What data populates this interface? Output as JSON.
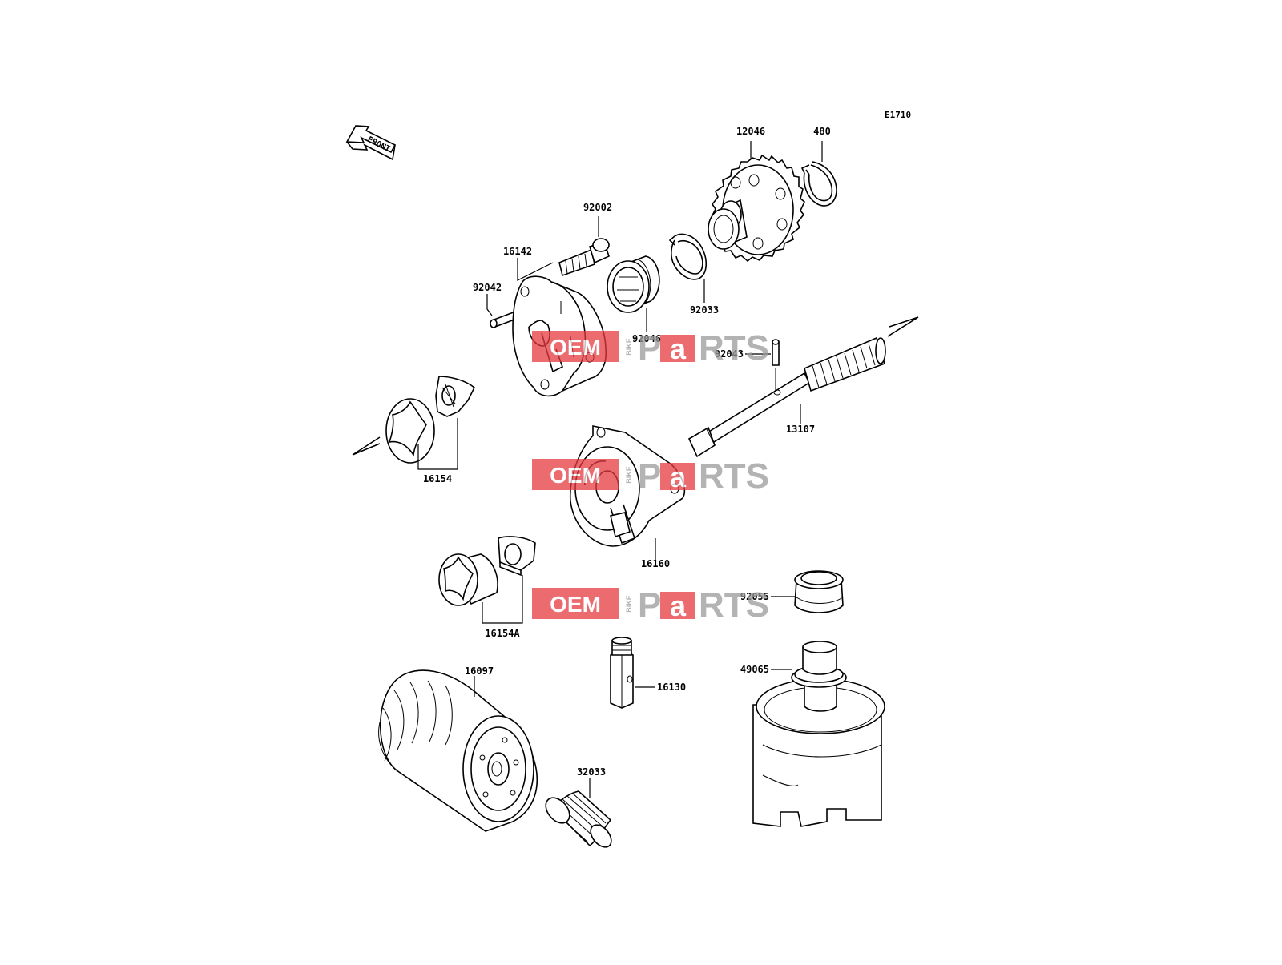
{
  "diagram_code": "E1710",
  "front_label": "FRONT",
  "watermark": {
    "oem": "OEM",
    "bike": "BIKE",
    "p": "P",
    "a": "a",
    "rts": "RTS",
    "red": "#e53a40",
    "gray": "#9a9a9a"
  },
  "parts": {
    "p12046": "12046",
    "p480": "480",
    "p92002": "92002",
    "p16142": "16142",
    "p92042": "92042",
    "p92033": "92033",
    "p92046": "92046",
    "p92043": "92043",
    "p13107": "13107",
    "p16154": "16154",
    "p16160": "16160",
    "p16154A": "16154A",
    "p92055": "92055",
    "p49065": "49065",
    "p16097": "16097",
    "p16130": "16130",
    "p32033": "32033"
  }
}
